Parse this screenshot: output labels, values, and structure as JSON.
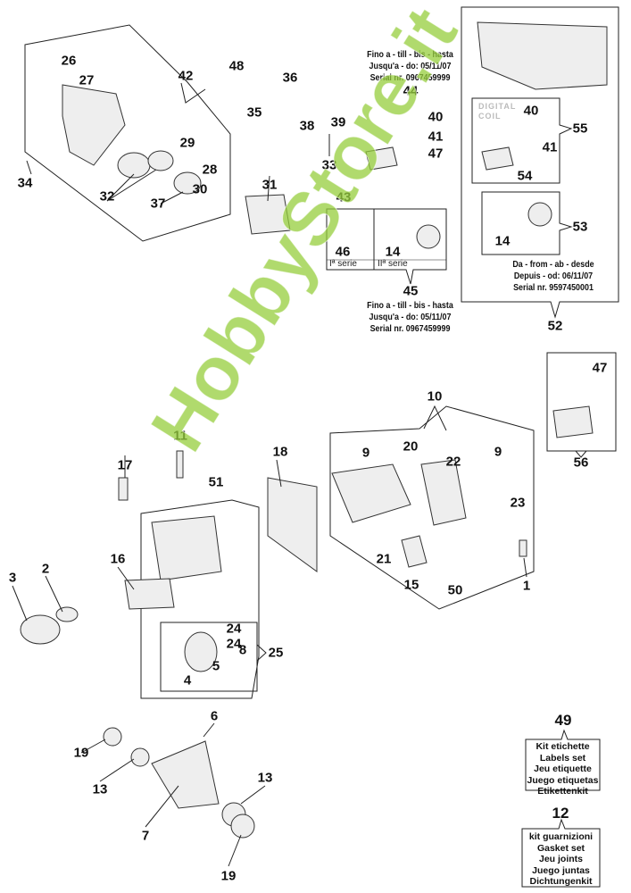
{
  "callouts": [
    "26",
    "27",
    "42",
    "29",
    "28",
    "32",
    "37",
    "30",
    "34",
    "48",
    "36",
    "35",
    "38",
    "39",
    "33",
    "31",
    "43",
    "44",
    "40",
    "41",
    "47",
    "46",
    "14",
    "45",
    "40",
    "55",
    "41",
    "54",
    "53",
    "14",
    "52",
    "47",
    "56",
    "10",
    "11",
    "51",
    "17",
    "18",
    "9",
    "20",
    "22",
    "9",
    "23",
    "16",
    "2",
    "3",
    "21",
    "15",
    "50",
    "1",
    "24",
    "24",
    "8",
    "25",
    "5",
    "4",
    "6",
    "19",
    "13",
    "13",
    "7",
    "19",
    "49",
    "12"
  ],
  "notes": {
    "until_44": [
      "Fino a - till - bis - hasta",
      "Jusqu'a - do: 05/11/07",
      "Serial nr. 0967459999"
    ],
    "until_45": [
      "Fino a - till - bis - hasta",
      "Jusqu'a - do: 05/11/07",
      "Serial nr. 0967459999"
    ],
    "from_52": [
      "Da - from - ab - desde",
      "Depuis - od: 06/11/07",
      "Serial nr. 9597450001"
    ]
  },
  "series_labels": {
    "first": "Iª serie",
    "second": "IIª  serie"
  },
  "digital_coil": [
    "DIGITAL",
    "COIL"
  ],
  "kits": {
    "labels": [
      "Kit etichette",
      "Labels set",
      "Jeu etiquette",
      "Juego etiquetas",
      "Etikettenkit"
    ],
    "gaskets": [
      "kit guarnizioni",
      "Gasket set",
      "Jeu  joints",
      "Juego juntas",
      "Dichtungenkit"
    ]
  },
  "watermark": "HobbyStore.it"
}
